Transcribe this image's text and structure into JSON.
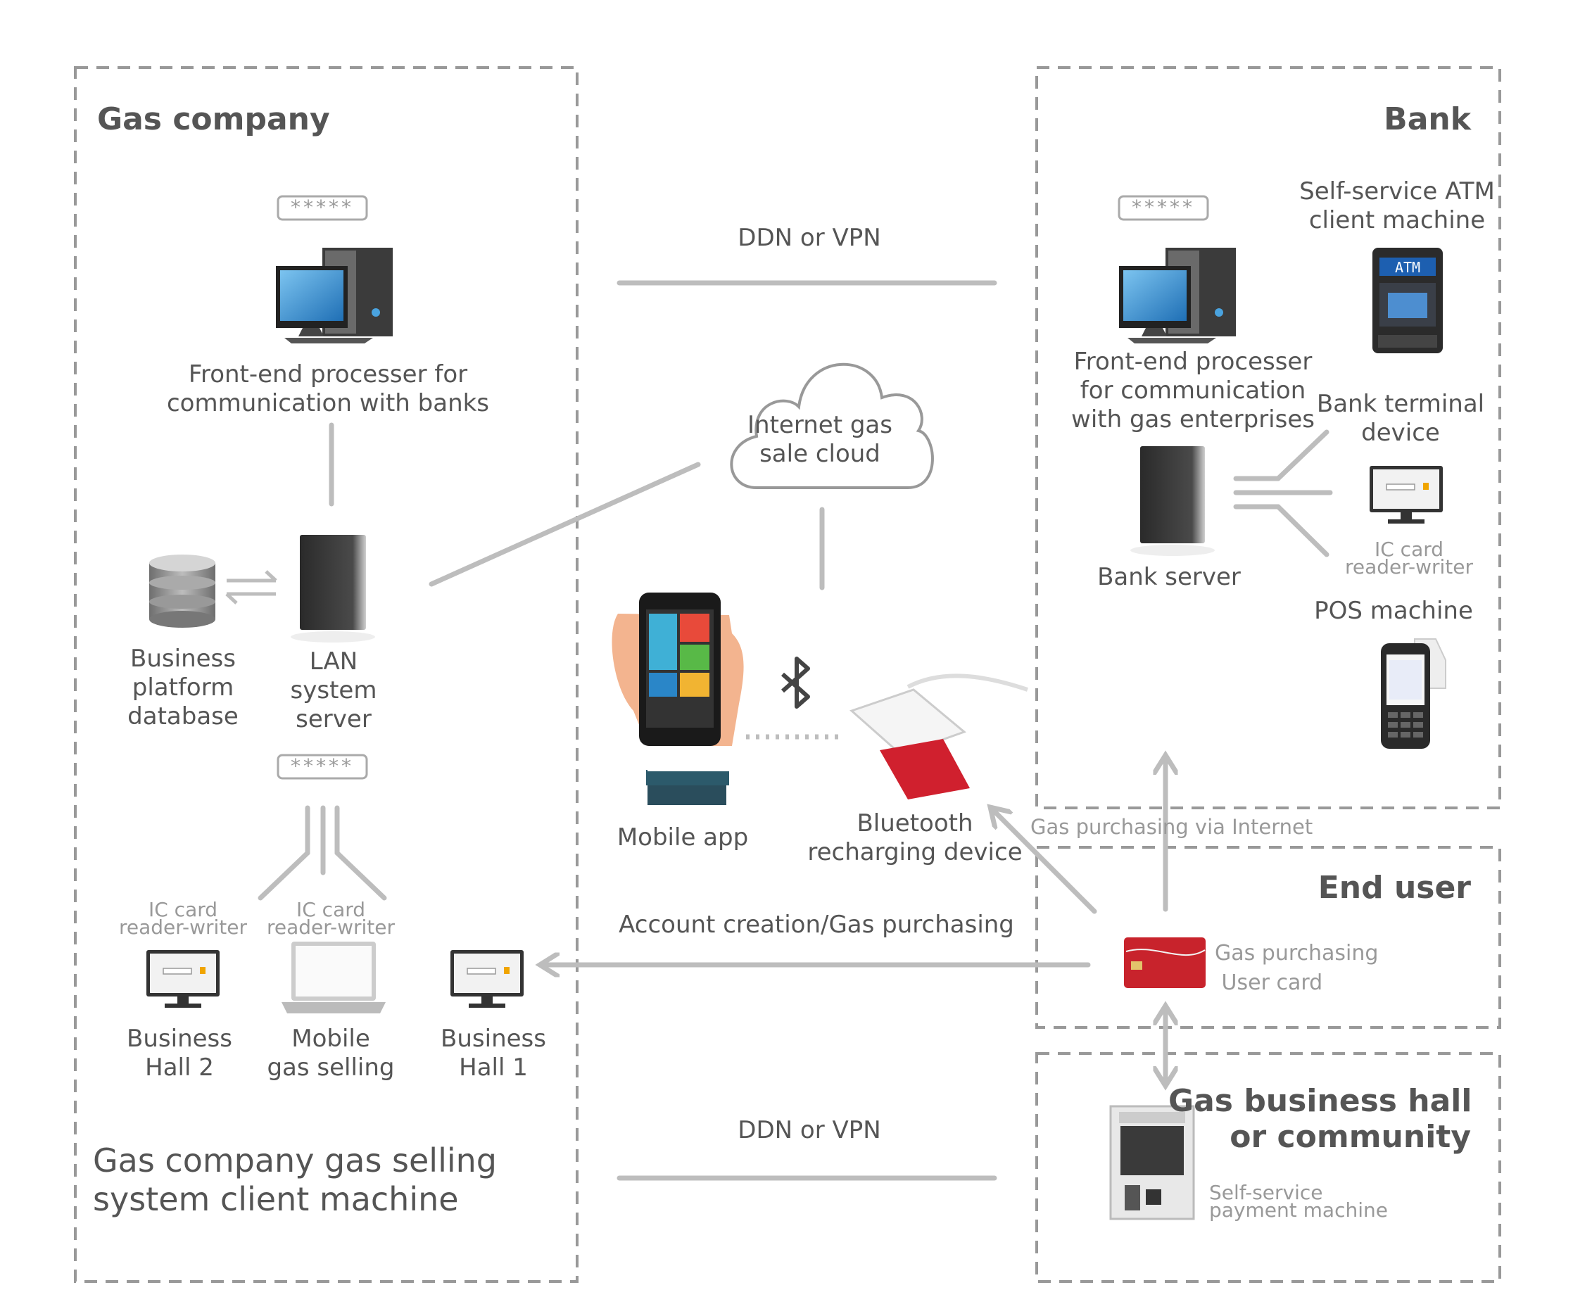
{
  "regions": {
    "gas_company": "Gas company",
    "bank": "Bank",
    "end_user": "End user",
    "gas_hall": "Gas business hall\nor community"
  },
  "connections": {
    "ddn_top": "DDN or VPN",
    "ddn_bottom": "DDN or VPN",
    "account_creation": "Account creation/Gas purchasing",
    "gas_via_internet": "Gas purchasing via Internet"
  },
  "gas_company": {
    "password_mask": "*****",
    "front_end": "Front-end processer for\ncommunication with banks",
    "business_db": "Business\nplatform\ndatabase",
    "lan_server": "LAN\nsystem\nserver",
    "password_mask_2": "*****",
    "ic_reader_1": "IC card\nreader-writer",
    "ic_reader_2": "IC card\nreader-writer",
    "hall2": "Business\nHall 2",
    "mobile_selling": "Mobile\ngas selling",
    "hall1": "Business\nHall 1",
    "client_machine": "Gas company gas selling\nsystem client machine"
  },
  "cloud": {
    "label": "Internet gas\nsale cloud",
    "mobile_app": "Mobile app",
    "bluetooth_device": "Bluetooth\nrecharging device"
  },
  "bank": {
    "password_mask": "*****",
    "atm": "Self-service ATM\nclient machine",
    "atm_screen": "ATM",
    "front_end": "Front-end processer\nfor communication\nwith gas enterprises",
    "terminal": "Bank terminal\ndevice",
    "ic_reader": "IC card\nreader-writer",
    "server": "Bank server",
    "pos": "POS machine"
  },
  "end_user": {
    "card": "Gas purchasing\n User card"
  },
  "hall": {
    "kiosk": "Self-service\npayment machine"
  },
  "colors": {
    "line": "#bdbdbd",
    "border": "#999999",
    "text": "#555555",
    "text_light": "#999999",
    "screen_blue": "#2f8fd6",
    "card_red": "#c8232c"
  }
}
